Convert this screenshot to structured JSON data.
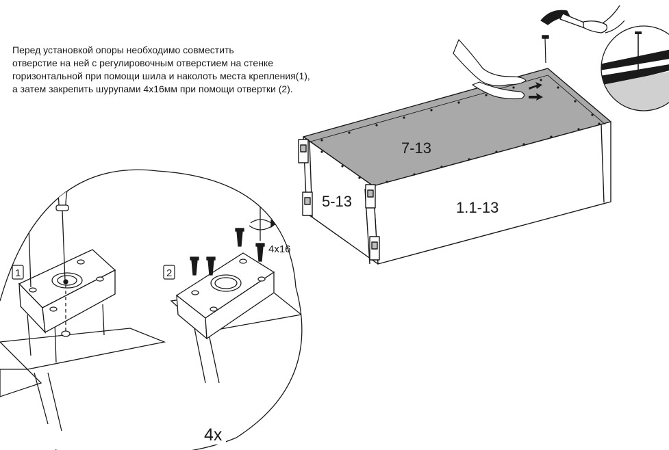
{
  "instructions": [
    "Перед установкой опоры необходимо совместить",
    "отверстие на ней с регулировочным отверстием на стенке",
    "горизонтальной при помощи шила и наколоть места крепления(1),",
    "а затем закрепить шурупами 4x16мм при помощи отвертки (2)."
  ],
  "parts": {
    "top_panel": "7-13",
    "end_panel": "5-13",
    "front_panel": "1.1-13"
  },
  "steps": {
    "step1": "1",
    "step2": "2"
  },
  "screw_size": "4x16",
  "quantity": "4x"
}
